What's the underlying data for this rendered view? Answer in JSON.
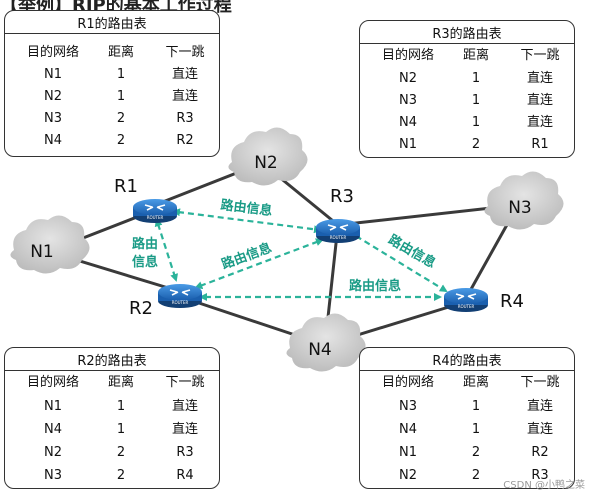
{
  "header": {
    "title": "【举例】RIP的基本工作过程"
  },
  "networks": [
    {
      "id": "N1",
      "label": "N1"
    },
    {
      "id": "N2",
      "label": "N2"
    },
    {
      "id": "N3",
      "label": "N3"
    },
    {
      "id": "N4",
      "label": "N4"
    }
  ],
  "routers": [
    {
      "id": "R1",
      "label": "R1",
      "badge": "ROUTER"
    },
    {
      "id": "R2",
      "label": "R2",
      "badge": "ROUTER"
    },
    {
      "id": "R3",
      "label": "R3",
      "badge": "ROUTER"
    },
    {
      "id": "R4",
      "label": "R4",
      "badge": "ROUTER"
    }
  ],
  "messages": {
    "r1_r3": "路由信息",
    "r1_r2_line1": "路由",
    "r1_r2_line2": "信息",
    "r2_r3": "路由信息",
    "r3_r4": "路由信息",
    "r2_r4": "路由信息"
  },
  "tables": {
    "columns": [
      "目的网络",
      "距离",
      "下一跳"
    ],
    "r1": {
      "title": "R1的路由表",
      "rows": [
        [
          "N1",
          "1",
          "直连"
        ],
        [
          "N2",
          "1",
          "直连"
        ],
        [
          "N3",
          "2",
          "R3"
        ],
        [
          "N4",
          "2",
          "R2"
        ]
      ]
    },
    "r3": {
      "title": "R3的路由表",
      "rows": [
        [
          "N2",
          "1",
          "直连"
        ],
        [
          "N3",
          "1",
          "直连"
        ],
        [
          "N4",
          "1",
          "直连"
        ],
        [
          "N1",
          "2",
          "R1"
        ]
      ]
    },
    "r2": {
      "title": "R2的路由表",
      "rows": [
        [
          "N1",
          "1",
          "直连"
        ],
        [
          "N4",
          "1",
          "直连"
        ],
        [
          "N2",
          "2",
          "R3"
        ],
        [
          "N3",
          "2",
          "R4"
        ]
      ]
    },
    "r4": {
      "title": "R4的路由表",
      "rows": [
        [
          "N3",
          "1",
          "直连"
        ],
        [
          "N4",
          "1",
          "直连"
        ],
        [
          "N1",
          "2",
          "R2"
        ],
        [
          "N2",
          "2",
          "R3"
        ]
      ]
    }
  },
  "watermark": "CSDN @小鸭之菜",
  "colors": {
    "link": "#3a3a3a",
    "message": "#2bb39a",
    "cloud": "#cfcfcf",
    "router": "#1e63b0"
  }
}
